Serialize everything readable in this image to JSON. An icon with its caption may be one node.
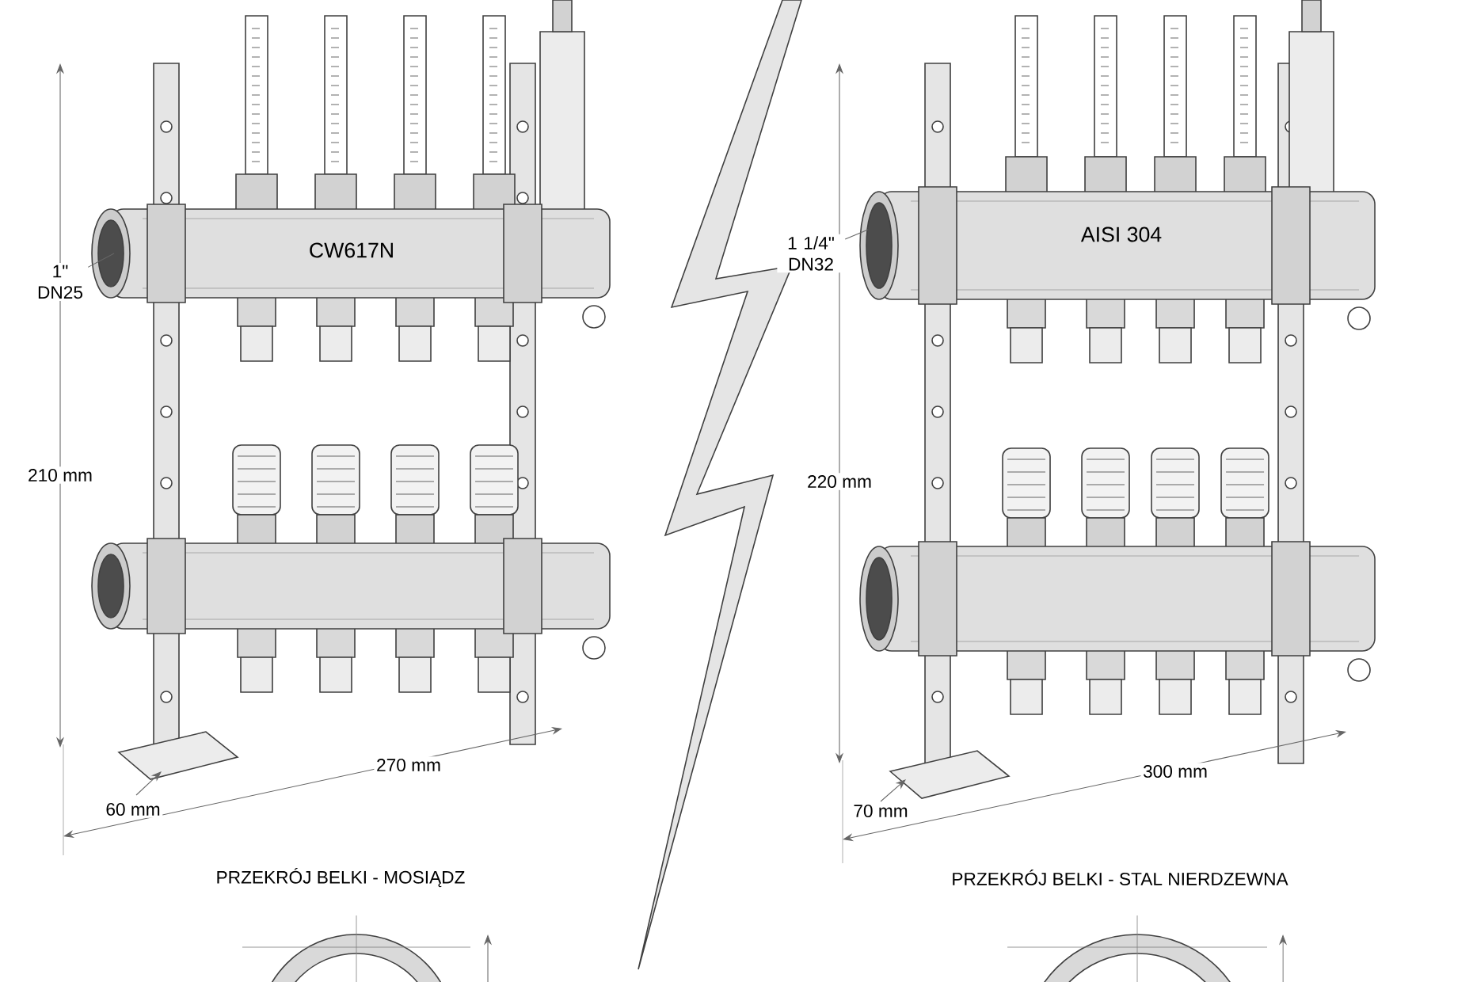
{
  "diagram": {
    "nodes": [
      {
        "text": [
          "1\" DN25"
        ]
      },
      {
        "text": [
          "1 1/4\" DN32"
        ]
      }
    ],
    "edges": [
      {
        "from": 0,
        "to": null,
        "arrow": "none"
      },
      {
        "from": 1,
        "to": null,
        "arrow": "none"
      }
    ],
    "labels": [
      "CW617N",
      "AISI 304",
      "210 mm",
      "220 mm",
      "270 mm",
      "60 mm",
      "300 mm",
      "70 mm",
      "PRZEKRÓJ BELKI - MOSIĄDZ",
      "PRZEKRÓJ BELKI - STAL NIERDZEWNA"
    ]
  }
}
